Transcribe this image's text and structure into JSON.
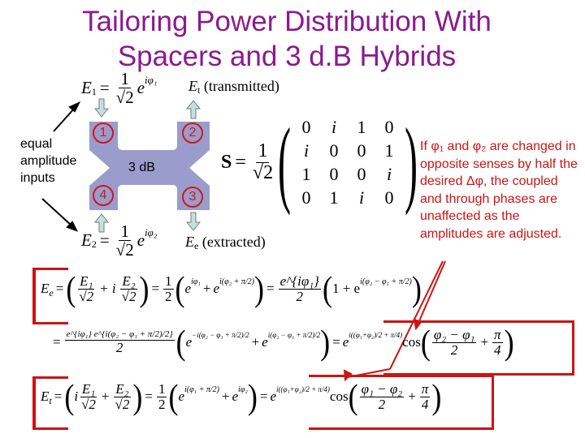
{
  "title": {
    "line1": "Tailoring Power Distribution With",
    "line2": "Spacers and 3 d.B Hybrids"
  },
  "diagram": {
    "e1": {
      "lhs": "E",
      "sub": "1",
      "eq": "=",
      "num": "1",
      "den": "√2",
      "exp_base": "e",
      "exp": "iφ₁"
    },
    "e2": {
      "lhs": "E",
      "sub": "2",
      "eq": "=",
      "num": "1",
      "den": "√2",
      "exp_base": "e",
      "exp": "iφ₂"
    },
    "et": {
      "sym": "E",
      "sub": "t",
      "label": "(transmitted)"
    },
    "ee": {
      "sym": "E",
      "sub": "e",
      "label": "(extracted)"
    },
    "hybrid_label": "3 dB",
    "ports": [
      "1",
      "2",
      "4",
      "3"
    ],
    "inputs_label": [
      "equal",
      "amplitude",
      "inputs"
    ],
    "hybrid_color": "#9a9ccc",
    "port_color": "#d01818"
  },
  "matrix": {
    "lhs": "S",
    "eq": "=",
    "num": "1",
    "den": "√2",
    "rows": [
      [
        "0",
        "i",
        "1",
        "0"
      ],
      [
        "i",
        "0",
        "0",
        "1"
      ],
      [
        "1",
        "0",
        "0",
        "i"
      ],
      [
        "0",
        "1",
        "i",
        "0"
      ]
    ]
  },
  "note": {
    "text": "If φ₁ and φ₂ are changed in opposite senses by half the desired Δφ, the coupled and through phases are unaffected as the amplitudes are adjusted.",
    "color": "#cc1414"
  },
  "equations": {
    "ee_line1": {
      "lhs": "E",
      "lhs_sub": "e",
      "eq": "=",
      "t1_num": "E₁",
      "t1_den": "√2",
      "plus_i": "+ i",
      "t2_num": "E₂",
      "t2_den": "√2",
      "eq2": "=",
      "half_num": "1",
      "half_den": "2",
      "r1": "e",
      "r1_exp": "iφ₁",
      "plus": "+",
      "r2": "e",
      "r2_exp": "i(φ₂ + π/2)",
      "eq3": "=",
      "f_num": "e^{iφ₁}",
      "f_den": "2",
      "r3": "1 + e",
      "r3_exp": "i(φ₂ − φ₁ + π/2)"
    },
    "ee_line2": {
      "eq": "=",
      "num": "e^{iφ₁} e^{i(φ₂ − φ₁ + π/2)/2}",
      "den": "2",
      "a": "e",
      "a_exp": "−i(φ₂ − φ₁ + π/2)/2",
      "plus": "+",
      "b": "e",
      "b_exp": "i(φ₂ − φ₁ + π/2)/2",
      "eq2": "=",
      "res": "e",
      "res_exp": "i((φ₁+φ₂)/2 + π/4)",
      "cos": "cos",
      "c_num": "φ₂ − φ₁",
      "c_den": "2",
      "c_plus": "+",
      "p_num": "π",
      "p_den": "4"
    },
    "et_line": {
      "lhs": "E",
      "lhs_sub": "t",
      "eq": "=",
      "i": "i",
      "t1_num": "E₁",
      "t1_den": "√2",
      "plus": "+",
      "t2_num": "E₂",
      "t2_den": "√2",
      "eq2": "=",
      "half_num": "1",
      "half_den": "2",
      "r1": "e",
      "r1_exp": "i(φ₁ + π/2)",
      "plus2": "+",
      "r2": "e",
      "r2_exp": "iφ₂",
      "eq3": "=",
      "res": "e",
      "res_exp": "i((φ₁+φ₂)/2 + π/4)",
      "cos": "cos",
      "c_num": "φ₁ − φ₂",
      "c_den": "2",
      "c_plus": "+",
      "p_num": "π",
      "p_den": "4"
    },
    "highlight_color": "#cc1414"
  }
}
